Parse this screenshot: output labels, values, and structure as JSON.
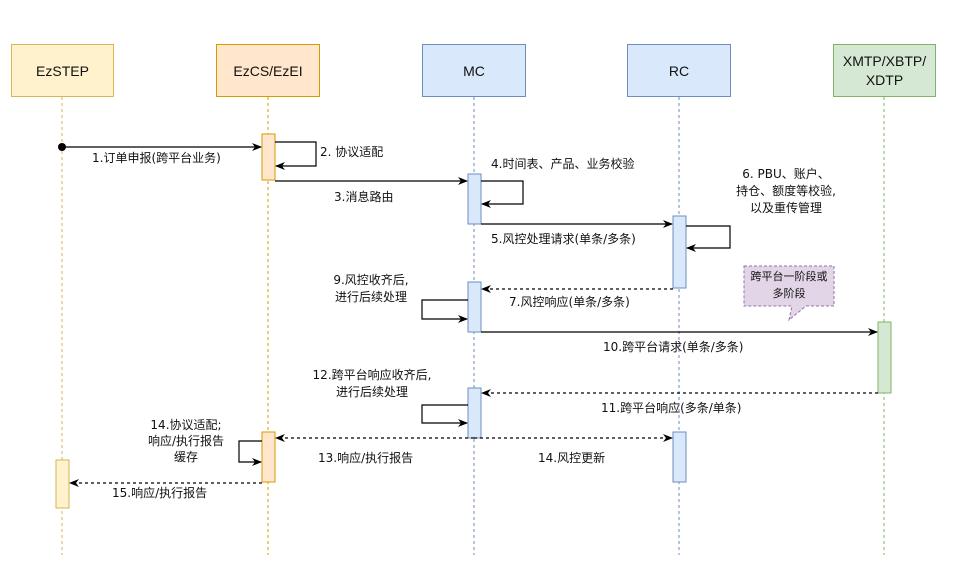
{
  "participants": [
    {
      "id": "ezstep",
      "label": "EzSTEP",
      "fill": "#fff2cc",
      "stroke": "#d6b656"
    },
    {
      "id": "ezcs",
      "label": "EzCS/EzEI",
      "fill": "#ffe6cc",
      "stroke": "#d79b00"
    },
    {
      "id": "mc",
      "label": "MC",
      "fill": "#dae8fc",
      "stroke": "#6c8ebf"
    },
    {
      "id": "rc",
      "label": "RC",
      "fill": "#dae8fc",
      "stroke": "#6c8ebf"
    },
    {
      "id": "xmtp",
      "label": "XMTP/XBTP/\nXDTP",
      "fill": "#d5e8d4",
      "stroke": "#82b366"
    }
  ],
  "messages": {
    "m1": "1.订单申报(跨平台业务)",
    "m2": "2. 协议适配",
    "m3": "3.消息路由",
    "m4": "4.时间表、产品、业务校验",
    "m5": "5.风控处理请求(单条/多条)",
    "m6_line1": "6. PBU、账户、",
    "m6_line2": "持仓、额度等校验,",
    "m6_line3": "以及重传管理",
    "m7": "7.风控响应(单条/多条)",
    "m9_line1": "9.风控收齐后,",
    "m9_line2": "进行后续处理",
    "m10": "10.跨平台请求(单条/多条)",
    "m11": "11.跨平台响应(多条/单条)",
    "m12_line1": "12.跨平台响应收齐后,",
    "m12_line2": "进行后续处理",
    "m13": "13.响应/执行报告",
    "m14a_line1": "14.协议适配;",
    "m14a_line2": "响应/执行报告",
    "m14a_line3": "缓存",
    "m14b": "14.风控更新",
    "m15": "15.响应/执行报告"
  },
  "note": {
    "line1": "跨平台一阶段或",
    "line2": "多阶段",
    "fill": "#e1d5e7",
    "stroke": "#9673a6"
  },
  "colors": {
    "line": "#000000",
    "orange_fill": "#ffe6cc",
    "orange_stroke": "#d79b00",
    "yellow_fill": "#ffe6cc",
    "yellow_stroke": "#d6b656",
    "blue_fill": "#dae8fc",
    "blue_stroke": "#6c8ebf",
    "green_fill": "#d5e8d4",
    "green_stroke": "#82b366"
  }
}
